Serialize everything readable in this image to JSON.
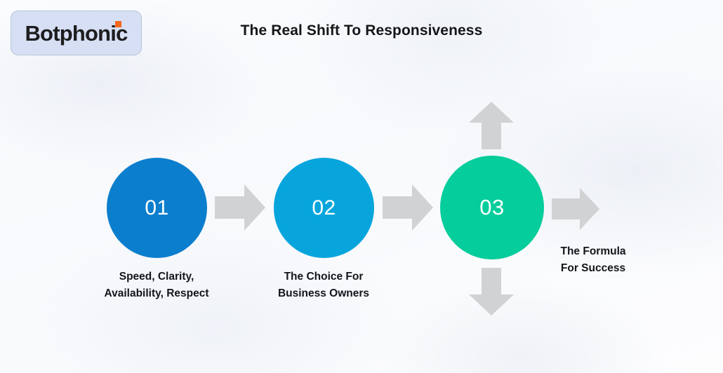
{
  "brand": {
    "name": "Botphonic",
    "dot_color": "#f4671d",
    "box_bg": "#d7dff4",
    "box_border": "#b9c3da"
  },
  "slide": {
    "title": "The Real Shift To Responsiveness",
    "background": "#f8fafc"
  },
  "steps": [
    {
      "number": "01",
      "caption": "Speed, Clarity,\nAvailability, Respect",
      "color": "#0b7ecd"
    },
    {
      "number": "02",
      "caption": "The Choice For\nBusiness Owners",
      "color": "#08a5dd"
    },
    {
      "number": "03",
      "caption": "The Formula\nFor Success",
      "color": "#05cd9b"
    }
  ],
  "arrows": {
    "color": "#d0d2d4",
    "items": [
      {
        "name": "arrow-right-1",
        "direction": "right"
      },
      {
        "name": "arrow-right-2",
        "direction": "right"
      },
      {
        "name": "arrow-right-3",
        "direction": "right"
      },
      {
        "name": "arrow-up",
        "direction": "up"
      },
      {
        "name": "arrow-down",
        "direction": "down"
      }
    ]
  }
}
